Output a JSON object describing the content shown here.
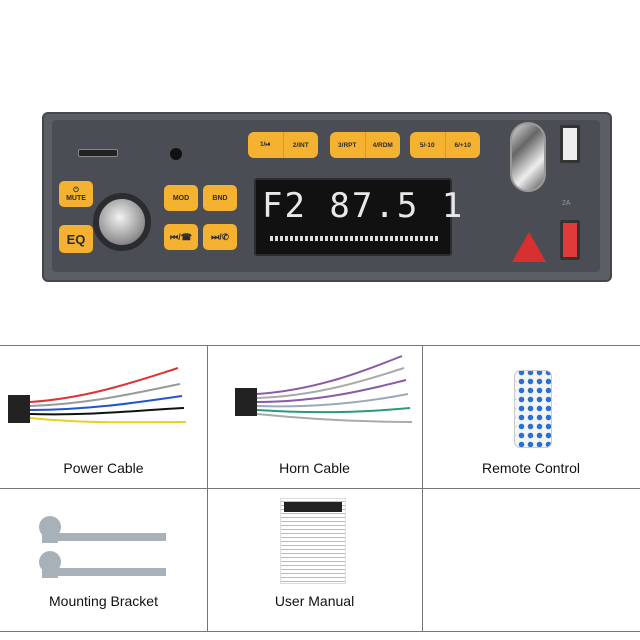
{
  "radio": {
    "buttons": {
      "mute": "MUTE",
      "eq": "EQ",
      "mod": "MOD",
      "bnd": "BND",
      "prev": "⏮/☎",
      "next": "⏭/✆",
      "presets": [
        "1/⏯",
        "2/INT",
        "3/RPT",
        "4/RDM",
        "5/-10",
        "6/+10"
      ]
    },
    "display": "F2 87.5 1",
    "usb_label": "2A",
    "accent_color": "#f5b230"
  },
  "accessories": [
    {
      "label": "Power Cable"
    },
    {
      "label": "Horn Cable"
    },
    {
      "label": "Remote Control"
    },
    {
      "label": "Mounting Bracket"
    },
    {
      "label": "User Manual"
    }
  ]
}
